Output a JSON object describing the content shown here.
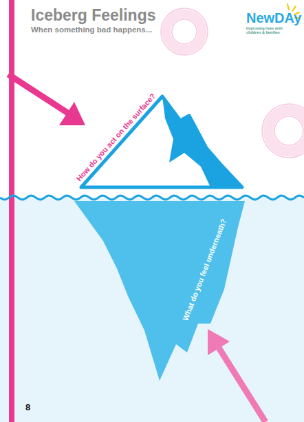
{
  "diagram": {
    "title": "Iceberg Feelings",
    "nodes": [
      {
        "text": [
          "How do you act on the surface?"
        ]
      },
      {
        "text": [
          "What do you feel underneath?"
        ]
      }
    ],
    "labels": [
      "When something bad happens...",
      "NewDAy",
      "Improving lives with children & families",
      "8"
    ]
  }
}
